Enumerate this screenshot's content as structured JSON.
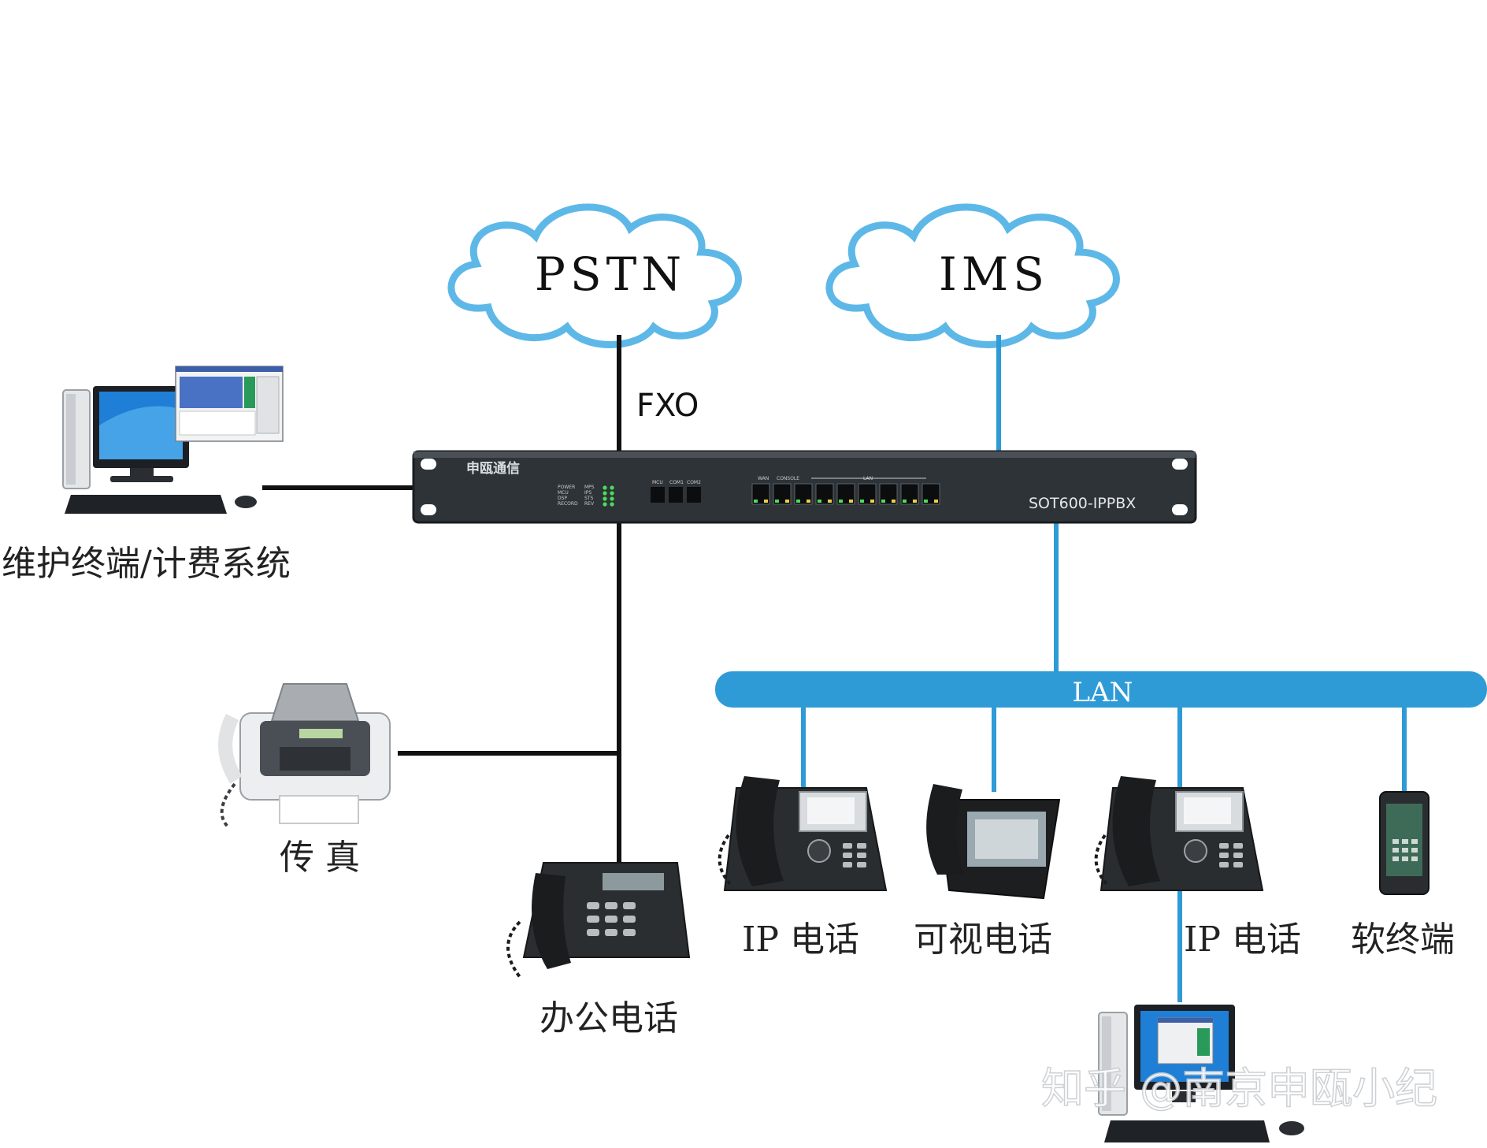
{
  "colors": {
    "black_line": "#111111",
    "blue_line": "#2f9bd6",
    "cloud_outline": "#5db8e8",
    "pbx_body": "#2e3338",
    "lan_bar": "#2f9bd6"
  },
  "nodes": {
    "pstn_label": "PSTN",
    "ims_label": "IMS",
    "fxo_label": "FXO",
    "pbx_brand": "申瓯通信",
    "pbx_model": "SOT600-IPPBX",
    "pbx_ports": {
      "mcu": "MCU",
      "com1": "COM1",
      "com2": "COM2",
      "wan": "WAN",
      "console": "CONSOLE",
      "lan": "LAN"
    },
    "pbx_leds": {
      "power": "POWER",
      "mcu": "MCU",
      "dsp": "DSP",
      "record": "RECORD",
      "mps": "MPS",
      "ips": "IPS",
      "sts": "STS",
      "rev": "REV"
    },
    "lan_label": "LAN",
    "maintenance_label": "维护终端/计费系统",
    "fax_label": "传 真",
    "office_phone_label": "办公电话",
    "ip_phone_label_1": "IP  电话",
    "video_phone_label": "可视电话",
    "ip_phone_label_2": "IP  电话",
    "softphone_label": "软终端"
  },
  "watermark": "知乎 @南京申瓯小纪"
}
